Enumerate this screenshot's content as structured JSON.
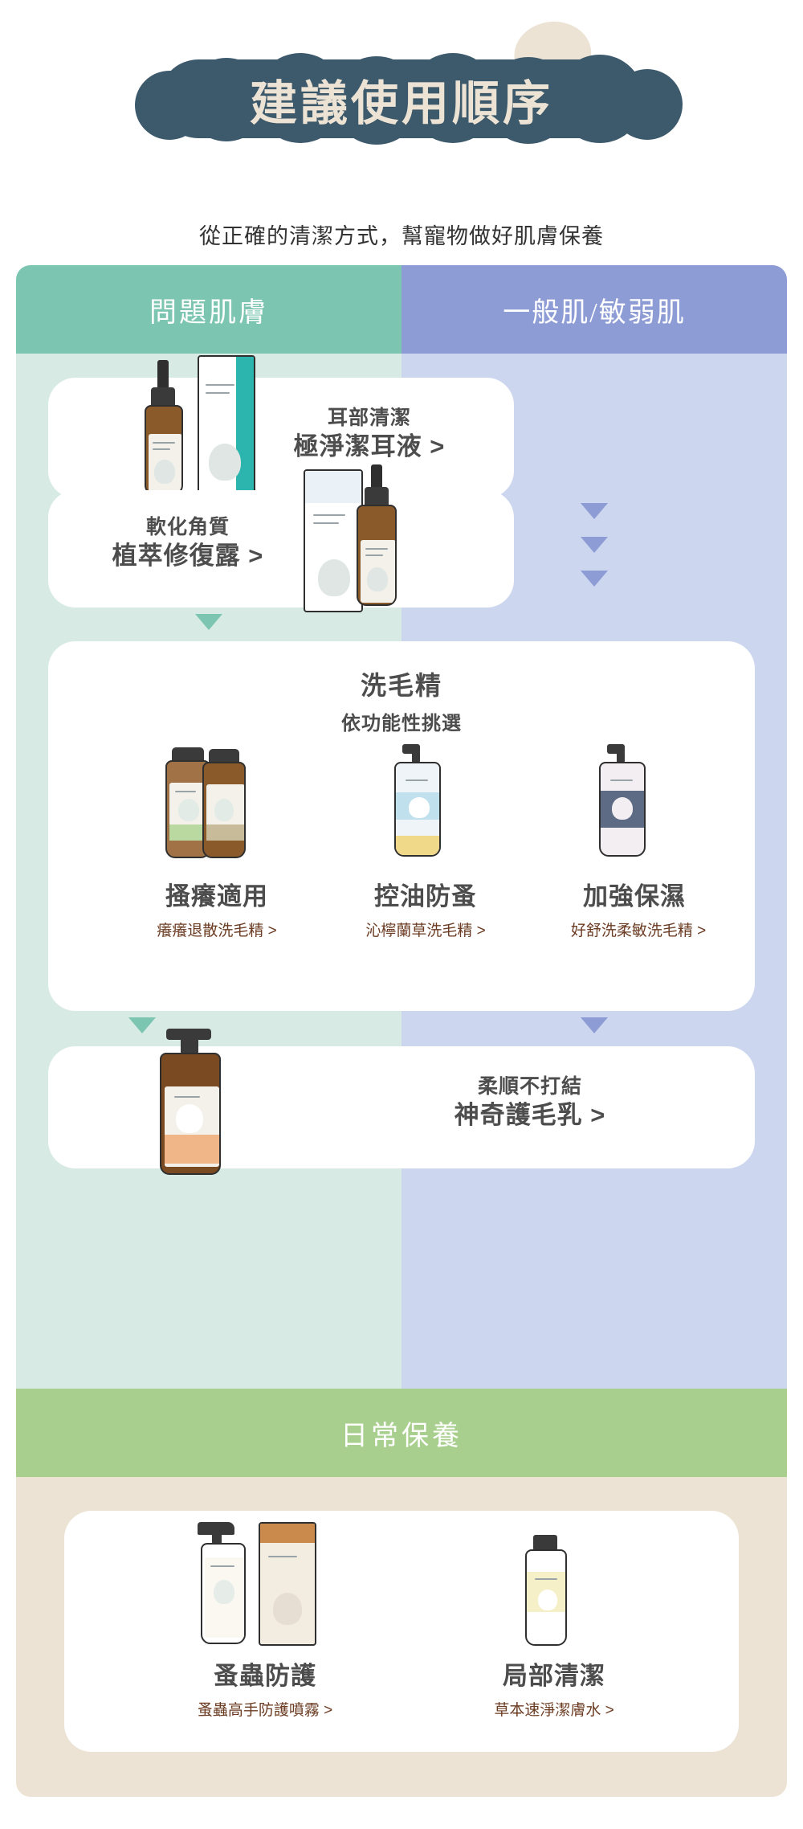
{
  "header": {
    "title": "建議使用順序",
    "subtitle": "從正確的清潔方式，幫寵物做好肌膚保養"
  },
  "colors": {
    "title_banner": "#3d5a6c",
    "title_text": "#ece3d5",
    "egg_blob": "#ece3d5",
    "column_left_header": "#7cc5b0",
    "column_right_header": "#8d9cd4",
    "column_left_body": "#d7eae3",
    "column_right_body": "#ccd6ee",
    "daily_care_band": "#a8cf8e",
    "daily_care_body": "#ece3d5",
    "card": "#ffffff",
    "label_text": "#4d4d4d",
    "product_link_text": "#6b3b22"
  },
  "columns": {
    "left": {
      "label": "問題肌膚"
    },
    "right": {
      "label": "一般肌/敏弱肌"
    }
  },
  "steps": [
    {
      "id": "ear-clean",
      "function_label": "耳部清潔",
      "product_label": "極淨潔耳液 >",
      "image": "ear-cleanser-bottle-and-box"
    },
    {
      "id": "soften-keratin",
      "function_label": "軟化角質",
      "product_label": "植萃修復露 >",
      "image": "repair-serum-bottle-and-box"
    },
    {
      "id": "shampoo",
      "function_label": "洗毛精",
      "function_sublabel": "依功能性挑選",
      "options": [
        {
          "label": "搔癢適用",
          "product_label": "癢癢退散洗毛精 >",
          "image": "itch-relief-shampoo-bottles"
        },
        {
          "label": "控油防蚤",
          "product_label": "沁檸蘭草洗毛精 >",
          "image": "lemon-grass-shampoo-bottle"
        },
        {
          "label": "加強保濕",
          "product_label": "好舒洗柔敏洗毛精 >",
          "image": "gentle-moisture-shampoo-bottle"
        }
      ]
    },
    {
      "id": "conditioner",
      "function_label": "柔順不打結",
      "product_label": "神奇護毛乳 >",
      "image": "hair-conditioner-pump-bottle"
    }
  ],
  "daily_care": {
    "band_label": "日常保養",
    "items": [
      {
        "label": "蚤蟲防護",
        "product_label": "蚤蟲高手防護噴霧 >",
        "image": "flea-defense-spray-and-box"
      },
      {
        "label": "局部清潔",
        "product_label": "草本速淨潔膚水 >",
        "image": "herbal-quick-clean-water-bottle"
      }
    ]
  },
  "arrows": {
    "glyph": "▼",
    "left_count": 3,
    "right_count": 4
  }
}
